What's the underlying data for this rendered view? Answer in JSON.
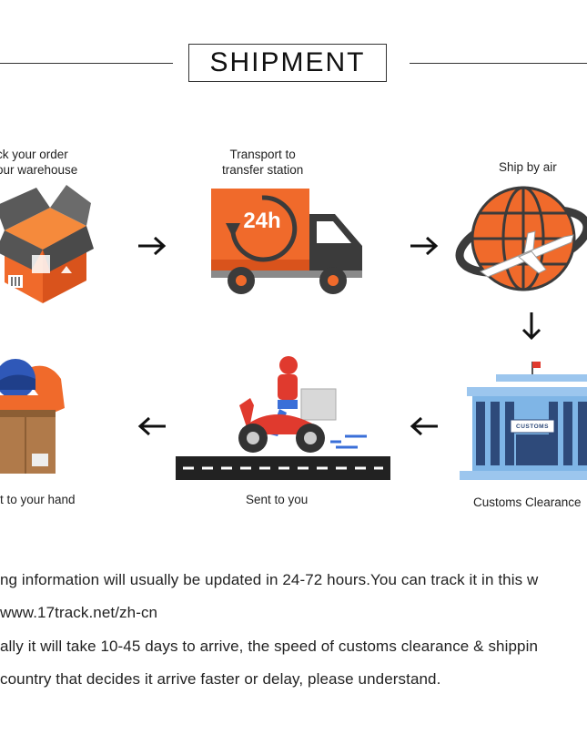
{
  "header": {
    "title": "SHIPMENT"
  },
  "steps": [
    {
      "id": "pack",
      "label_line1": "ck your order",
      "label_line2": "our warehouse"
    },
    {
      "id": "transport",
      "label_line1": "Transport to",
      "label_line2": "transfer station",
      "truck_badge": "24h"
    },
    {
      "id": "air",
      "label": "Ship by air"
    },
    {
      "id": "customs",
      "label": "Customs Clearance",
      "sign": "CUSTOMS"
    },
    {
      "id": "delivery",
      "label": "Sent to you"
    },
    {
      "id": "hand",
      "label": "it to your hand"
    }
  ],
  "notes": [
    "ng information will usually be updated in 24-72 hours.You can track it in this w",
    "www.17track.net/zh-cn",
    "ally it will take 10-45 days to arrive, the speed of customs clearance & shippin",
    "country that decides it arrive faster or delay, please understand."
  ],
  "colors": {
    "orange": "#f06a2b",
    "dark": "#3b3b3b",
    "blue": "#7fb5e6",
    "navy": "#2e4a7a",
    "red": "#e03a2e"
  }
}
